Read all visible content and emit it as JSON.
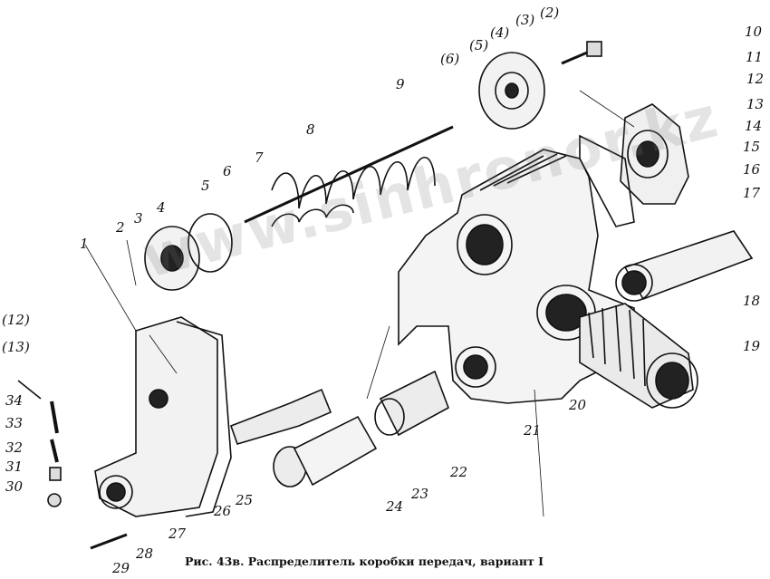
{
  "caption": "Рис. 43в. Распределитель коробки передач, вариант I",
  "watermark": "www.sinhronor.kz",
  "labels": [
    "1",
    "2",
    "3",
    "4",
    "5",
    "6",
    "7",
    "8",
    "9",
    "10",
    "11",
    "12",
    "13",
    "14",
    "15",
    "16",
    "17",
    "18",
    "19",
    "20",
    "21",
    "22",
    "23",
    "24",
    "25",
    "26",
    "27",
    "28",
    "29",
    "30",
    "31",
    "32",
    "33",
    "34",
    "(2)",
    "(3)",
    "(4)",
    "(5)",
    "(6)",
    "(12)",
    "(13)"
  ],
  "colors": {
    "ink": "#111111",
    "paper": "#ffffff"
  }
}
